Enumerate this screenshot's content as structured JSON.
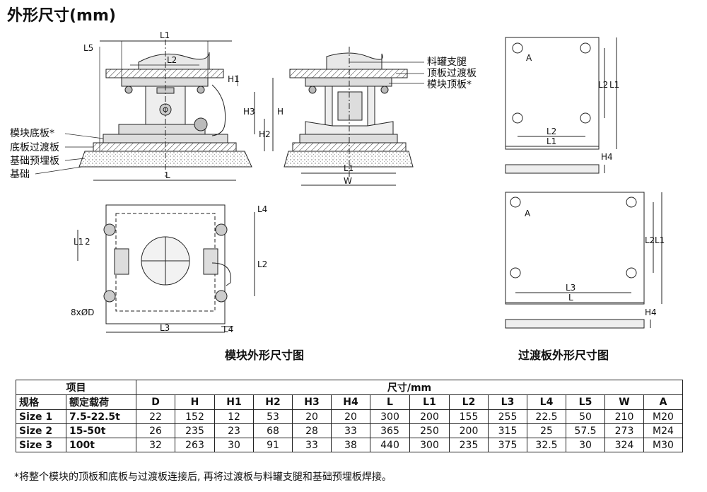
{
  "title": "外形尺寸(mm)",
  "captions": {
    "module": "模块外形尺寸图",
    "adapter": "过渡板外形尺寸图"
  },
  "callouts": {
    "module_base": "模块底板*",
    "base_adapter": "底板过渡板",
    "foundation_plate": "基础预埋板",
    "foundation": "基础",
    "tank_leg": "料罐支腿",
    "top_adapter": "顶板过渡板",
    "module_top": "模块顶板*",
    "bolt_holes": "8xØD"
  },
  "dims": {
    "L": "L",
    "L1": "L1",
    "L2": "L2",
    "L3": "L3",
    "L4": "L4",
    "L5": "L5",
    "H": "H",
    "H1": "H1",
    "H2": "H2",
    "H3": "H3",
    "H4": "H4",
    "W": "W",
    "A": "A",
    "L1_half_num": "L1",
    "L1_half_den": "2"
  },
  "table": {
    "group_item": "项目",
    "group_size": "尺寸/mm",
    "col_spec": "规格",
    "col_load": "额定载荷",
    "columns": [
      "D",
      "H",
      "H1",
      "H2",
      "H3",
      "H4",
      "L",
      "L1",
      "L2",
      "L3",
      "L4",
      "L5",
      "W",
      "A"
    ],
    "rows": [
      {
        "spec": "Size 1",
        "load": "7.5-22.5t",
        "values": [
          "22",
          "152",
          "12",
          "53",
          "20",
          "20",
          "300",
          "200",
          "155",
          "255",
          "22.5",
          "50",
          "210",
          "M20"
        ]
      },
      {
        "spec": "Size 2",
        "load": "15-50t",
        "values": [
          "26",
          "235",
          "23",
          "68",
          "28",
          "33",
          "365",
          "250",
          "200",
          "315",
          "25",
          "57.5",
          "273",
          "M24"
        ]
      },
      {
        "spec": "Size 3",
        "load": "100t",
        "values": [
          "32",
          "263",
          "30",
          "91",
          "33",
          "38",
          "440",
          "300",
          "235",
          "375",
          "32.5",
          "30",
          "324",
          "M30"
        ]
      }
    ]
  },
  "note": "*将整个模块的顶板和底板与过渡板连接后, 再将过渡板与料罐支腿和基础预埋板焊接。"
}
